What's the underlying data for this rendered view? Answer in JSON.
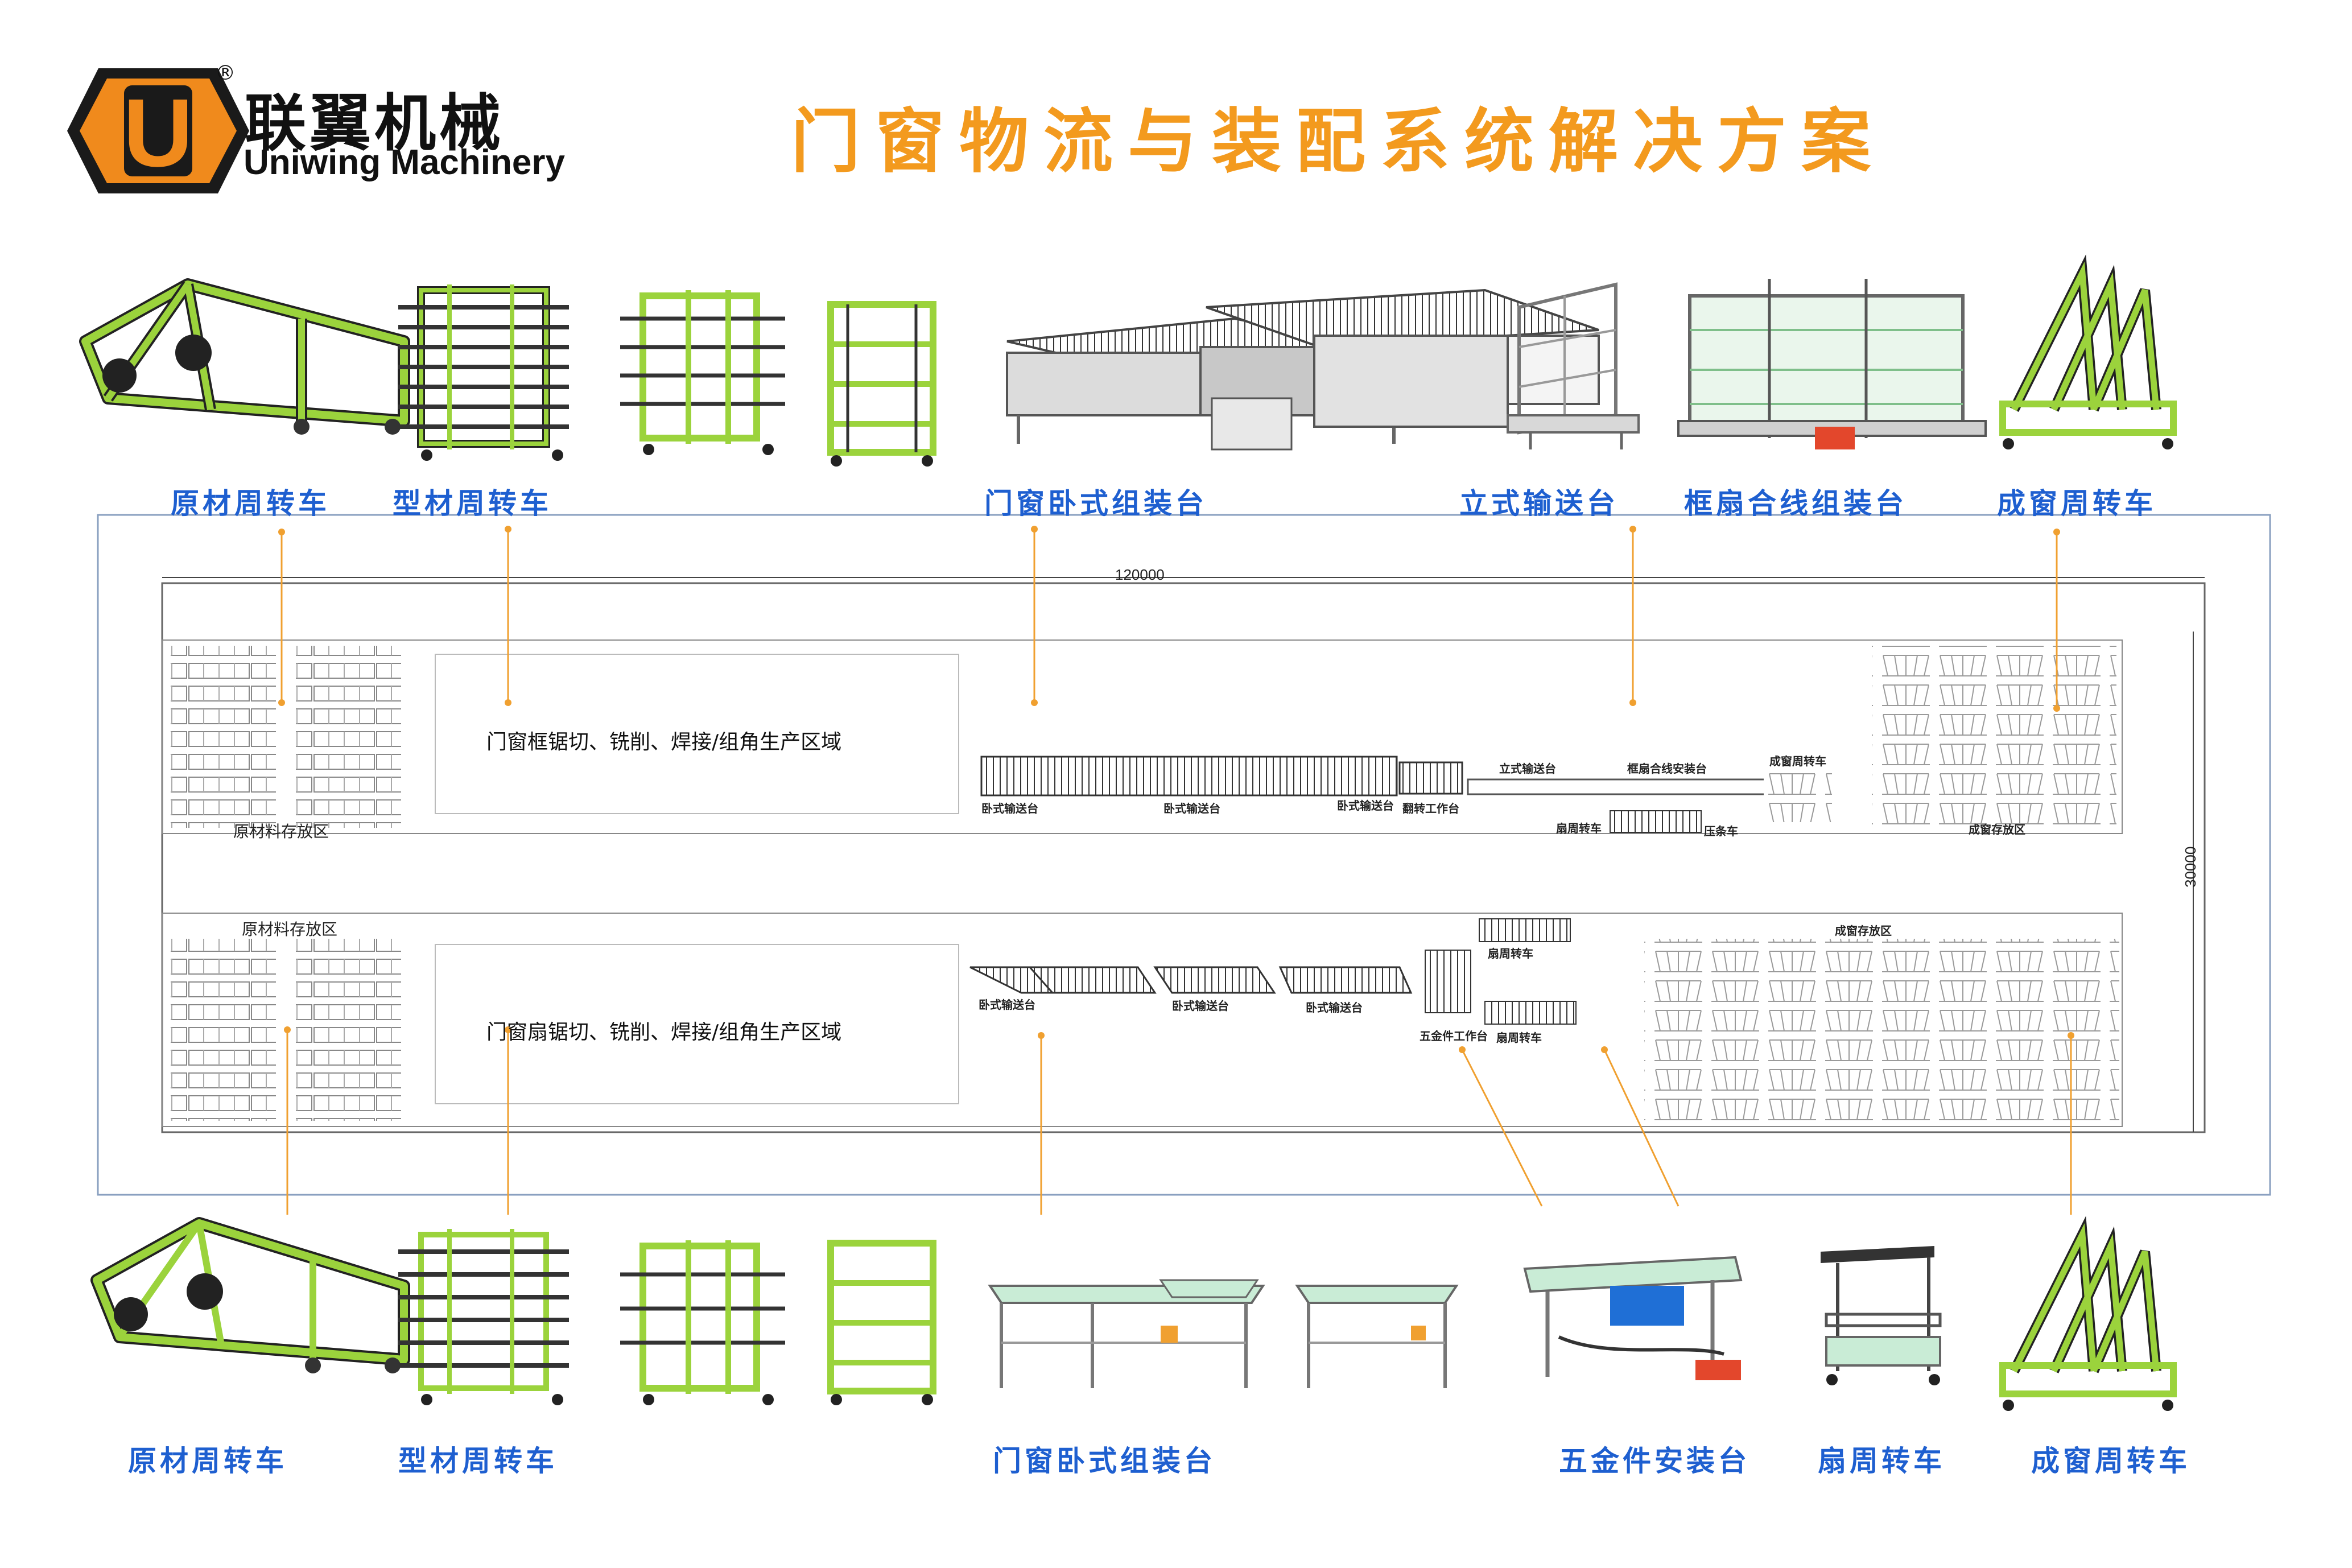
{
  "brand": {
    "logo_letter": "U",
    "registered": "®",
    "name_cn": "联翼机械",
    "name_en": "Uniwing Machinery"
  },
  "title": "门窗物流与装配系统解决方案",
  "top_labels": [
    "原材周转车",
    "型材周转车",
    "门窗卧式组装台",
    "立式输送台",
    "框扇合线组装台",
    "成窗周转车"
  ],
  "bottom_labels": [
    "原材周转车",
    "型材周转车",
    "门窗卧式组装台",
    "五金件安装台",
    "扇周转车",
    "成窗周转车"
  ],
  "plan": {
    "dim_length": "120000",
    "dim_width": "30000",
    "upper": {
      "storage_label": "原材料存放区",
      "production_zone": "门窗框锯切、铣削、焊接/组角生产区域",
      "conveyor_1": "卧式输送台",
      "conveyor_2": "卧式输送台",
      "conveyor_3": "卧式输送台",
      "flip_table": "翻转工作台",
      "vertical_conveyor": "立式输送台",
      "frame_sash_table": "框扇合线安装台",
      "finished_cart": "成窗周转车",
      "sash_cart": "扇周转车",
      "bead_cart": "压条车",
      "finished_storage": "成窗存放区"
    },
    "lower": {
      "storage_label": "原材料存放区",
      "production_zone": "门窗扇锯切、铣削、焊接/组角生产区域",
      "conveyor_1": "卧式输送台",
      "conveyor_2": "卧式输送台",
      "conveyor_3": "卧式输送台",
      "hardware_table": "五金件工作台",
      "sash_cart_1": "扇周转车",
      "sash_cart_2": "扇周转车",
      "finished_storage": "成窗存放区"
    }
  },
  "colors": {
    "title": "#f39a1e",
    "label": "#1e5fd0",
    "cart_green": "#9bd33c",
    "connector": "#f0a030",
    "logo_orange": "#f08a1c"
  },
  "icons": {
    "raw_cart": "raw-material-cart-icon",
    "profile_cart": "profile-cart-icon",
    "assembly_table": "horizontal-assembly-table-icon",
    "vertical_conveyor": "vertical-conveyor-icon",
    "frame_sash_line": "frame-sash-assembly-line-icon",
    "finished_cart": "finished-window-cart-icon",
    "hardware_table": "hardware-installation-table-icon",
    "sash_cart": "sash-cart-icon"
  }
}
